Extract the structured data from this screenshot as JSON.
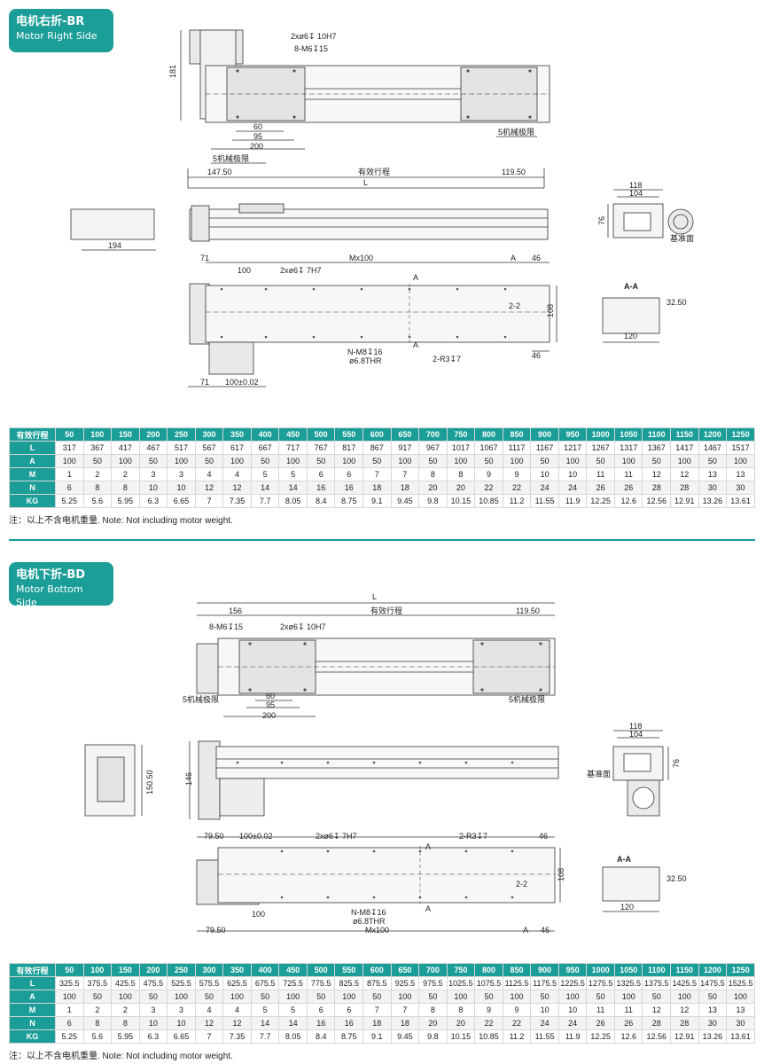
{
  "br": {
    "cn": "电机右折-BR",
    "en": "Motor Right Side",
    "top": {
      "h181": "181",
      "hole1": "2xø6↧ 10H7",
      "hole2": "8-M6↧15",
      "d60": "60",
      "d95": "95",
      "d200": "200",
      "limitL": "5机械极限",
      "limitR": "5机械极限",
      "d147": "147.50",
      "stroke": "有效行程",
      "d119": "119.50",
      "L": "L"
    },
    "side": {
      "d194": "194",
      "d118": "118",
      "d104": "104",
      "d76": "76",
      "ref": "基准面"
    },
    "bottom": {
      "d71a": "71",
      "mx": "Mx100",
      "A": "A",
      "d46a": "46",
      "d100": "100",
      "hole": "2xø6↧ 7H7",
      "secA1": "A",
      "secA2": "A",
      "d22": "2-2",
      "d108": "108",
      "d46b": "46",
      "nm8": "N-M8↧16",
      "thr": "ø6.8THR",
      "r3": "2-R3↧7",
      "d71b": "71",
      "d100tol": "100±0.02"
    },
    "aa": {
      "title": "A-A",
      "d32": "32.50",
      "d120": "120"
    },
    "table": {
      "header_label": "有效行程",
      "strokes": [
        "50",
        "100",
        "150",
        "200",
        "250",
        "300",
        "350",
        "400",
        "450",
        "500",
        "550",
        "600",
        "650",
        "700",
        "750",
        "800",
        "850",
        "900",
        "950",
        "1000",
        "1050",
        "1100",
        "1150",
        "1200",
        "1250"
      ],
      "rows": [
        {
          "label": "L",
          "values": [
            "317",
            "367",
            "417",
            "467",
            "517",
            "567",
            "617",
            "667",
            "717",
            "767",
            "817",
            "867",
            "917",
            "967",
            "1017",
            "1067",
            "1117",
            "1167",
            "1217",
            "1267",
            "1317",
            "1367",
            "1417",
            "1467",
            "1517"
          ]
        },
        {
          "label": "A",
          "values": [
            "100",
            "50",
            "100",
            "50",
            "100",
            "50",
            "100",
            "50",
            "100",
            "50",
            "100",
            "50",
            "100",
            "50",
            "100",
            "50",
            "100",
            "50",
            "100",
            "50",
            "100",
            "50",
            "100",
            "50",
            "100"
          ]
        },
        {
          "label": "M",
          "values": [
            "1",
            "2",
            "2",
            "3",
            "3",
            "4",
            "4",
            "5",
            "5",
            "6",
            "6",
            "7",
            "7",
            "8",
            "8",
            "9",
            "9",
            "10",
            "10",
            "11",
            "11",
            "12",
            "12",
            "13",
            "13"
          ]
        },
        {
          "label": "N",
          "values": [
            "6",
            "8",
            "8",
            "10",
            "10",
            "12",
            "12",
            "14",
            "14",
            "16",
            "16",
            "18",
            "18",
            "20",
            "20",
            "22",
            "22",
            "24",
            "24",
            "26",
            "26",
            "28",
            "28",
            "30",
            "30"
          ]
        },
        {
          "label": "KG",
          "values": [
            "5.25",
            "5.6",
            "5.95",
            "6.3",
            "6.65",
            "7",
            "7.35",
            "7.7",
            "8.05",
            "8.4",
            "8.75",
            "9.1",
            "9.45",
            "9.8",
            "10.15",
            "10.85",
            "11.2",
            "11.55",
            "11.9",
            "12.25",
            "12.6",
            "12.56",
            "12.91",
            "13.26",
            "13.61"
          ]
        }
      ]
    },
    "note": "注：以上不含电机重量. Note: Not including motor weight."
  },
  "bd": {
    "cn": "电机下折-BD",
    "en": "Motor Bottom Side",
    "top": {
      "L": "L",
      "d156": "156",
      "stroke": "有效行程",
      "d119": "119.50",
      "hole2": "8-M6↧15",
      "hole1": "2xø6↧ 10H7",
      "limitL": "5机械极限",
      "limitR": "5机械极限",
      "d60": "60",
      "d95": "95",
      "d200": "200"
    },
    "side": {
      "d150": "150.50",
      "d146": "146",
      "d118": "118",
      "d104": "104",
      "d76": "76",
      "ref": "基准面"
    },
    "bottom": {
      "d79a": "79.50",
      "d100tol": "100±0.02",
      "hole": "2xø6↧ 7H7",
      "r3": "2-R3↧7",
      "d46a": "46",
      "secA1": "A",
      "secA2": "A",
      "d108": "108",
      "d22": "2-2",
      "d100": "100",
      "nm8": "N-M8↧16",
      "thr": "ø6.8THR",
      "d79b": "79.50",
      "mx": "Mx100",
      "A": "A",
      "d46b": "46"
    },
    "aa": {
      "title": "A-A",
      "d32": "32.50",
      "d120": "120"
    },
    "table": {
      "header_label": "有效行程",
      "strokes": [
        "50",
        "100",
        "150",
        "200",
        "250",
        "300",
        "350",
        "400",
        "450",
        "500",
        "550",
        "600",
        "650",
        "700",
        "750",
        "800",
        "850",
        "900",
        "950",
        "1000",
        "1050",
        "1100",
        "1150",
        "1200",
        "1250"
      ],
      "rows": [
        {
          "label": "L",
          "values": [
            "325.5",
            "375.5",
            "425.5",
            "475.5",
            "525.5",
            "575.5",
            "625.5",
            "675.5",
            "725.5",
            "775.5",
            "825.5",
            "875.5",
            "925.5",
            "975.5",
            "1025.5",
            "1075.5",
            "1125.5",
            "1175.5",
            "1225.5",
            "1275.5",
            "1325.5",
            "1375.5",
            "1425.5",
            "1475.5",
            "1525.5"
          ]
        },
        {
          "label": "A",
          "values": [
            "100",
            "50",
            "100",
            "50",
            "100",
            "50",
            "100",
            "50",
            "100",
            "50",
            "100",
            "50",
            "100",
            "50",
            "100",
            "50",
            "100",
            "50",
            "100",
            "50",
            "100",
            "50",
            "100",
            "50",
            "100"
          ]
        },
        {
          "label": "M",
          "values": [
            "1",
            "2",
            "2",
            "3",
            "3",
            "4",
            "4",
            "5",
            "5",
            "6",
            "6",
            "7",
            "7",
            "8",
            "8",
            "9",
            "9",
            "10",
            "10",
            "11",
            "11",
            "12",
            "12",
            "13",
            "13"
          ]
        },
        {
          "label": "N",
          "values": [
            "6",
            "8",
            "8",
            "10",
            "10",
            "12",
            "12",
            "14",
            "14",
            "16",
            "16",
            "18",
            "18",
            "20",
            "20",
            "22",
            "22",
            "24",
            "24",
            "26",
            "26",
            "28",
            "28",
            "30",
            "30"
          ]
        },
        {
          "label": "KG",
          "values": [
            "5.25",
            "5.6",
            "5.95",
            "6.3",
            "6.65",
            "7",
            "7.35",
            "7.7",
            "8.05",
            "8.4",
            "8.75",
            "9.1",
            "9.45",
            "9.8",
            "10.15",
            "10.85",
            "11.2",
            "11.55",
            "11.9",
            "12.25",
            "12.6",
            "12.56",
            "12.91",
            "13.26",
            "13.61"
          ]
        }
      ]
    },
    "note": "注：以上不含电机重量. Note: Not including motor weight."
  }
}
